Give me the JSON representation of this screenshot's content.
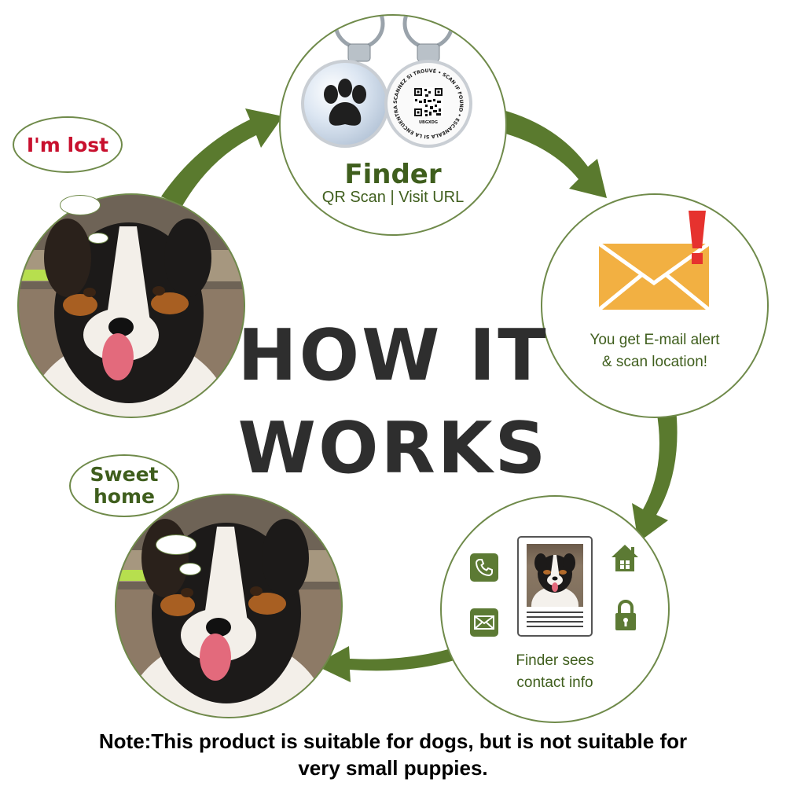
{
  "title": {
    "line1": "HOW IT",
    "line2": "WORKS"
  },
  "bubbles": {
    "lost": "I'm lost",
    "home_line1": "Sweet",
    "home_line2": "home"
  },
  "steps": {
    "finder": {
      "title": "Finder",
      "subtitle": "QR Scan | Visit URL"
    },
    "email": {
      "line1": "You get E-mail alert",
      "line2": "& scan location!"
    },
    "contact": {
      "line1": "Finder sees",
      "line2": "contact info"
    }
  },
  "tag": {
    "code": "UBGXDG",
    "ring_text": "SCANNEZ SI TROUVÉ • SCAN IF FOUND • ESCANEALA SI LA ENCUENTRAS •"
  },
  "note": {
    "line1": "Note:This product is suitable for dogs, but is not suitable for",
    "line2": "very small puppies."
  },
  "colors": {
    "arrow_green": "#5a7a2e",
    "text_green": "#3f5e1d",
    "title_dark": "#2e2e2e",
    "lost_red": "#c8102e",
    "envelope": "#f2b042",
    "alert_red": "#e6322e"
  },
  "icons": [
    "phone-icon",
    "mail-icon",
    "house-icon",
    "lock-icon",
    "paw-icon",
    "qr-code-icon",
    "envelope-icon",
    "exclamation-icon"
  ]
}
